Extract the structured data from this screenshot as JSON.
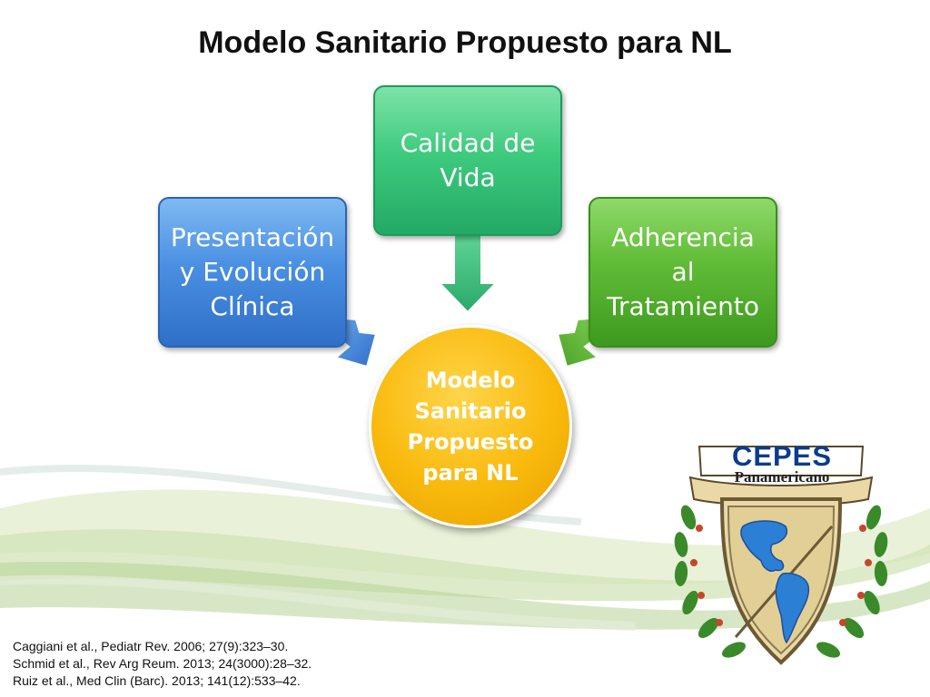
{
  "slide": {
    "title": "Modelo Sanitario Propuesto para NL"
  },
  "diagram": {
    "nodes": {
      "left": {
        "lines": [
          "Presentación",
          "y Evolución",
          "Clínica"
        ],
        "color": "#4a90e2"
      },
      "top": {
        "lines": [
          "Calidad de",
          "Vida"
        ],
        "color": "#3ecb7e"
      },
      "right": {
        "lines": [
          "Adherencia",
          "al",
          "Tratamiento"
        ],
        "color": "#5fbb35"
      },
      "center": {
        "lines": [
          "Modelo",
          "Sanitario",
          "Propuesto",
          "para NL"
        ],
        "color": "#f9b90c"
      }
    }
  },
  "references": [
    "Caggiani et al., Pediatr Rev. 2006; 27(9):323–30.",
    "Schmid et al., Rev Arg Reum. 2013; 24(3000):28–32.",
    "Ruiz et al., Med Clin (Barc). 2013; 141(12):533–42."
  ],
  "logo": {
    "name": "CEPES",
    "subtitle": "Panamericano",
    "icon": "americas-shield-emblem-icon"
  }
}
